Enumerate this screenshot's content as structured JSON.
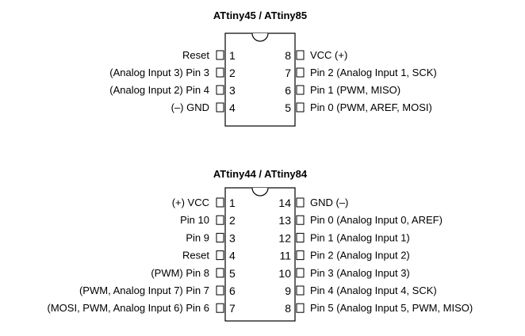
{
  "chips": [
    {
      "title": "ATtiny45 / ATtiny85",
      "left_pins": [
        {
          "number": "1",
          "label": "Reset"
        },
        {
          "number": "2",
          "label": "(Analog Input 3) Pin 3"
        },
        {
          "number": "3",
          "label": "(Analog Input 2) Pin 4"
        },
        {
          "number": "4",
          "label": "(–) GND"
        }
      ],
      "right_pins": [
        {
          "number": "8",
          "label": "VCC (+)"
        },
        {
          "number": "7",
          "label": "Pin 2 (Analog Input 1, SCK)"
        },
        {
          "number": "6",
          "label": "Pin 1 (PWM, MISO)"
        },
        {
          "number": "5",
          "label": "Pin 0 (PWM, AREF, MOSI)"
        }
      ]
    },
    {
      "title": "ATtiny44 / ATtiny84",
      "left_pins": [
        {
          "number": "1",
          "label": "(+) VCC"
        },
        {
          "number": "2",
          "label": "Pin 10"
        },
        {
          "number": "3",
          "label": "Pin 9"
        },
        {
          "number": "4",
          "label": "Reset"
        },
        {
          "number": "5",
          "label": "(PWM) Pin 8"
        },
        {
          "number": "6",
          "label": "(PWM, Analog Input 7) Pin 7"
        },
        {
          "number": "7",
          "label": "(MOSI, PWM, Analog Input 6) Pin 6"
        }
      ],
      "right_pins": [
        {
          "number": "14",
          "label": "GND (–)"
        },
        {
          "number": "13",
          "label": "Pin 0 (Analog Input 0, AREF)"
        },
        {
          "number": "12",
          "label": "Pin 1 (Analog Input 1)"
        },
        {
          "number": "11",
          "label": "Pin 2 (Analog Input 2)"
        },
        {
          "number": "10",
          "label": "Pin 3 (Analog Input 3)"
        },
        {
          "number": "9",
          "label": "Pin 4 (Analog Input 4, SCK)"
        },
        {
          "number": "8",
          "label": "Pin 5 (Analog Input 5, PWM, MISO)"
        }
      ]
    }
  ]
}
